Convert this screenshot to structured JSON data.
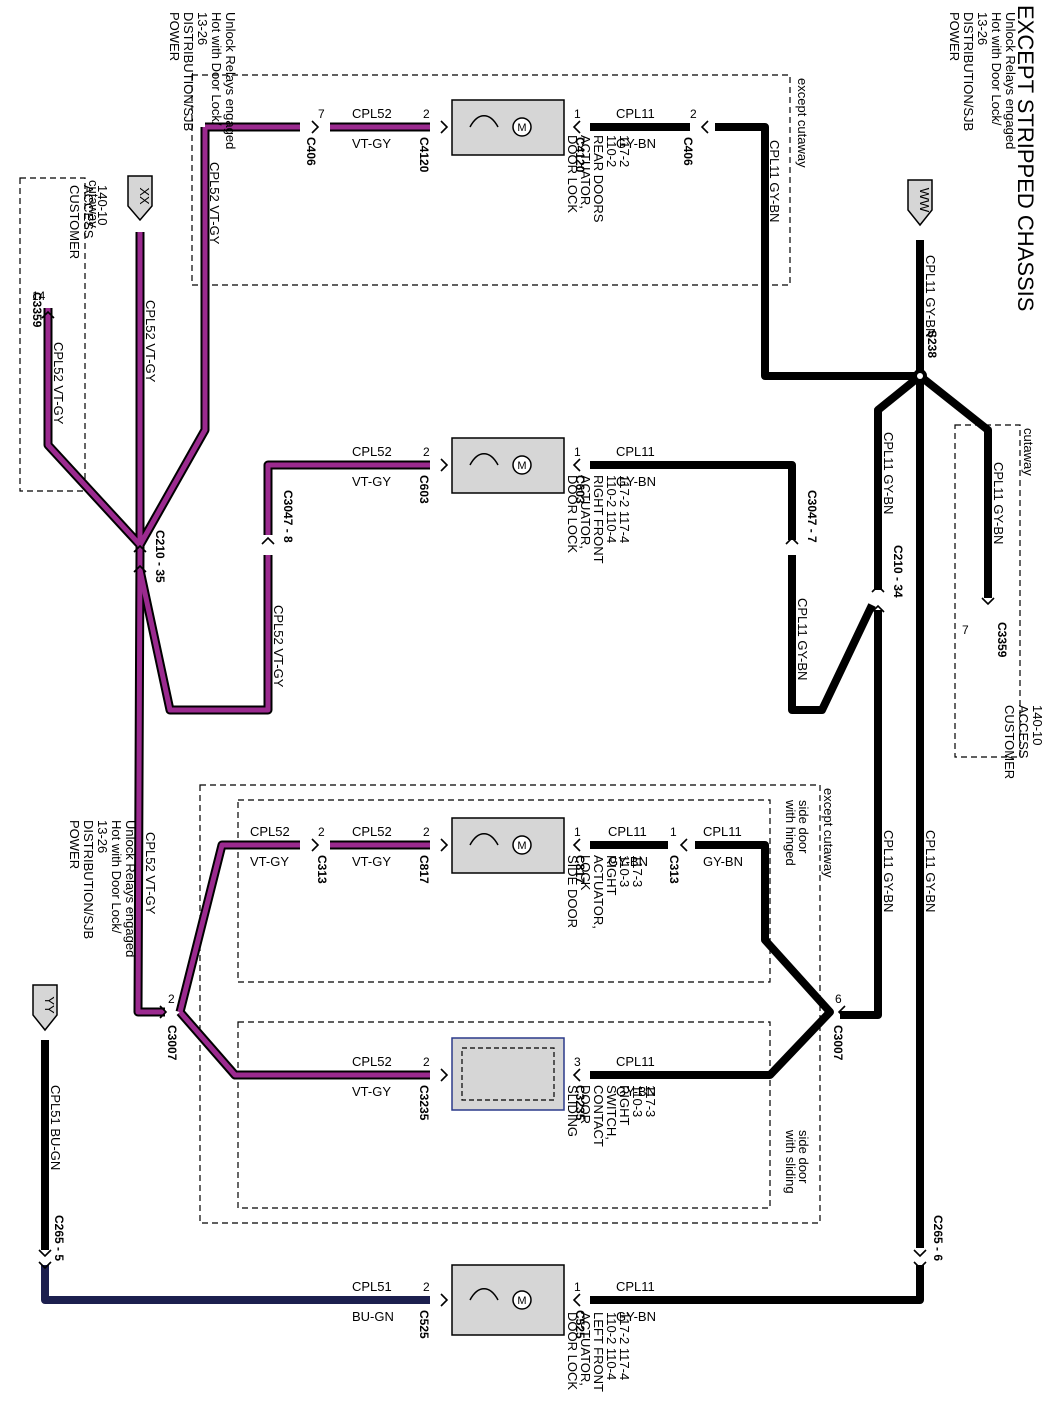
{
  "colors": {
    "vtgy": "#9b2a8f",
    "gybn": "#000000",
    "bugn": "#1c1f4e"
  },
  "title": "EXCEPT STRIPPED CHASSIS",
  "power_left": [
    "POWER",
    "DISTRIBUTION/SJB",
    "13-26",
    "Hot with Door Lock/",
    "Unlock Relays engaged"
  ],
  "power_right": [
    "POWER",
    "DISTRIBUTION/SJB",
    "13-26",
    "Hot with Door Lock/",
    "Unlock Relays engaged"
  ],
  "power_bottom": [
    "POWER",
    "DISTRIBUTION/SJB",
    "13-26",
    "Hot with Door Lock/",
    "Unlock Relays engaged"
  ],
  "tags": {
    "xx": "XX",
    "ww": "WW",
    "yy": "YY"
  },
  "cust_left": [
    "CUSTOMER",
    "ACCESS",
    "140-10"
  ],
  "cust_right": [
    "CUSTOMER",
    "ACCESS",
    "140-10"
  ],
  "cutaway": "cutaway",
  "except_cutaway": "except cutaway",
  "with_hinged": [
    "with hinged",
    "side door"
  ],
  "with_sliding": [
    "with sliding",
    "side door"
  ],
  "rear_actuator": [
    "DOOR LOCK",
    "ACTUATOR,",
    "REAR DOORS",
    "110-2",
    "117-2"
  ],
  "rf_actuator": [
    "DOOR LOCK",
    "ACTUATOR,",
    "RIGHT FRONT",
    "110-2    110-4",
    "117-2    117-4"
  ],
  "side_actuator": [
    "SIDE DOOR",
    "LOCK",
    "ACTUATOR,",
    "RIGHT",
    "110-3",
    "117-3"
  ],
  "sliding_switch": [
    "SLIDING",
    "DOOR",
    "CONTACT",
    "SWITCH,",
    "RIGHT",
    "110-3",
    "117-3"
  ],
  "lf_actuator": [
    "DOOR LOCK",
    "ACTUATOR,",
    "LEFT FRONT",
    "110-2    110-4",
    "117-2    117-4"
  ],
  "circuits": {
    "cpl52": "CPL52",
    "vtgy": "VT-GY",
    "cpl11": "CPL11",
    "gybn": "GY-BN",
    "cpl51": "CPL51",
    "bugn": "BU-GN",
    "cpl52_vtgy": "CPL52  VT-GY",
    "cpl11_gybn": "CPL11  GY-BN",
    "cpl11_gybn_w": "CPL11    GY-BN",
    "cpl51_bugn": "CPL51  BU-GN"
  },
  "connectors": {
    "c406": "C406",
    "c4120": "C4120",
    "c603": "C603",
    "c3047_7": "C3047 - 7",
    "c3047_8": "C3047 - 8",
    "c210_35": "C210 - 35",
    "c210_34": "C210 - 34",
    "c3359": "C3359",
    "s238": "S238",
    "c313": "C313",
    "c817": "C817",
    "c3235": "C3235",
    "c3007": "C3007",
    "c265_5": "C265 - 5",
    "c265_6": "C265 - 6",
    "c525": "C525"
  },
  "pins": {
    "p1": "1",
    "p2": "2",
    "p3": "3",
    "p6": "6",
    "p7": "7",
    "p14": "14"
  }
}
